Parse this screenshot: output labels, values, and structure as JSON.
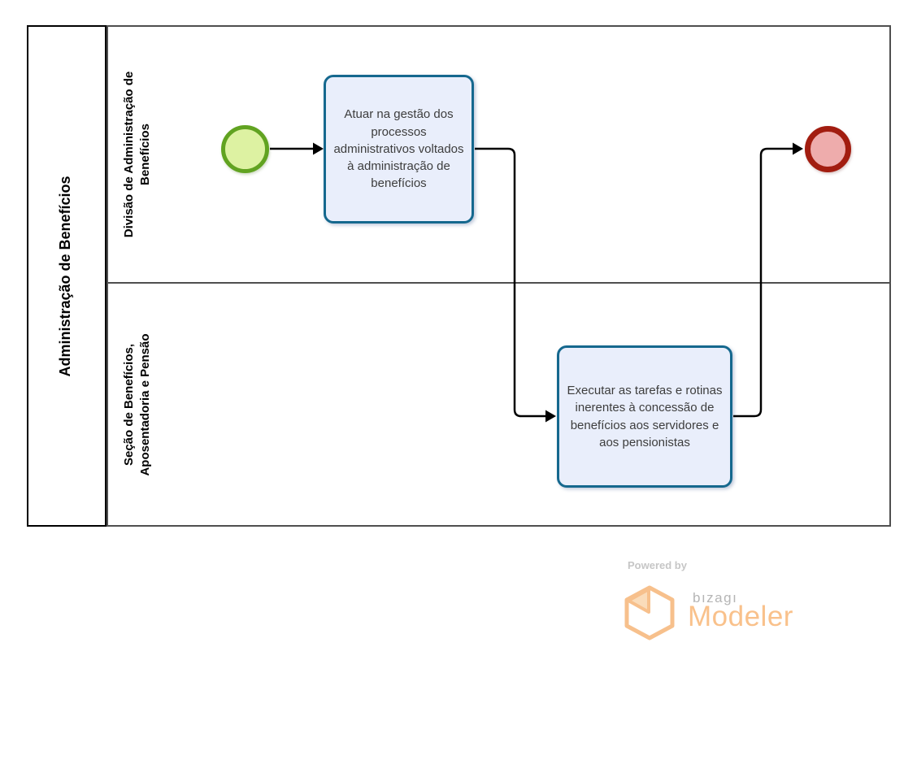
{
  "diagram": {
    "pool": {
      "title": "Administração de Benefícios",
      "lanes": [
        {
          "label": "Divisão de Administração de Benefícios"
        },
        {
          "label": "Seção de Benefícios, Aposentadoria e Pensão"
        }
      ]
    },
    "tasks": [
      {
        "label": "Atuar na gestão dos processos administrativos voltados à administração de benefícios"
      },
      {
        "label": "Executar as tarefas e rotinas inerentes à concessão de benefícios aos servidores e aos pensionistas"
      }
    ],
    "events": [
      {
        "type": "start-event",
        "icon": "green-circle"
      },
      {
        "type": "end-event",
        "icon": "red-circle"
      }
    ],
    "flows": [
      {
        "from": "start-event",
        "to": "task-1"
      },
      {
        "from": "task-1",
        "to": "task-2"
      },
      {
        "from": "task-2",
        "to": "end-event"
      }
    ]
  },
  "branding": {
    "powered_by": "Powered by",
    "brand": "bızagı",
    "product": "Modeler"
  },
  "colors": {
    "task_border": "#15688e",
    "task_fill": "#e9eefb",
    "task_text": "#3d3d3d",
    "start_border": "#61a321",
    "start_fill": "#ddf2a2",
    "end_border": "#a21d10",
    "end_fill": "#eeacac",
    "pool_border": "#000000",
    "lane_border": "#4f4f4f",
    "flow_line": "#000000",
    "brand_orange": "#f9c18b",
    "brand_gray": "#b5b5b5",
    "powered_by_gray": "#c6c6c6"
  }
}
